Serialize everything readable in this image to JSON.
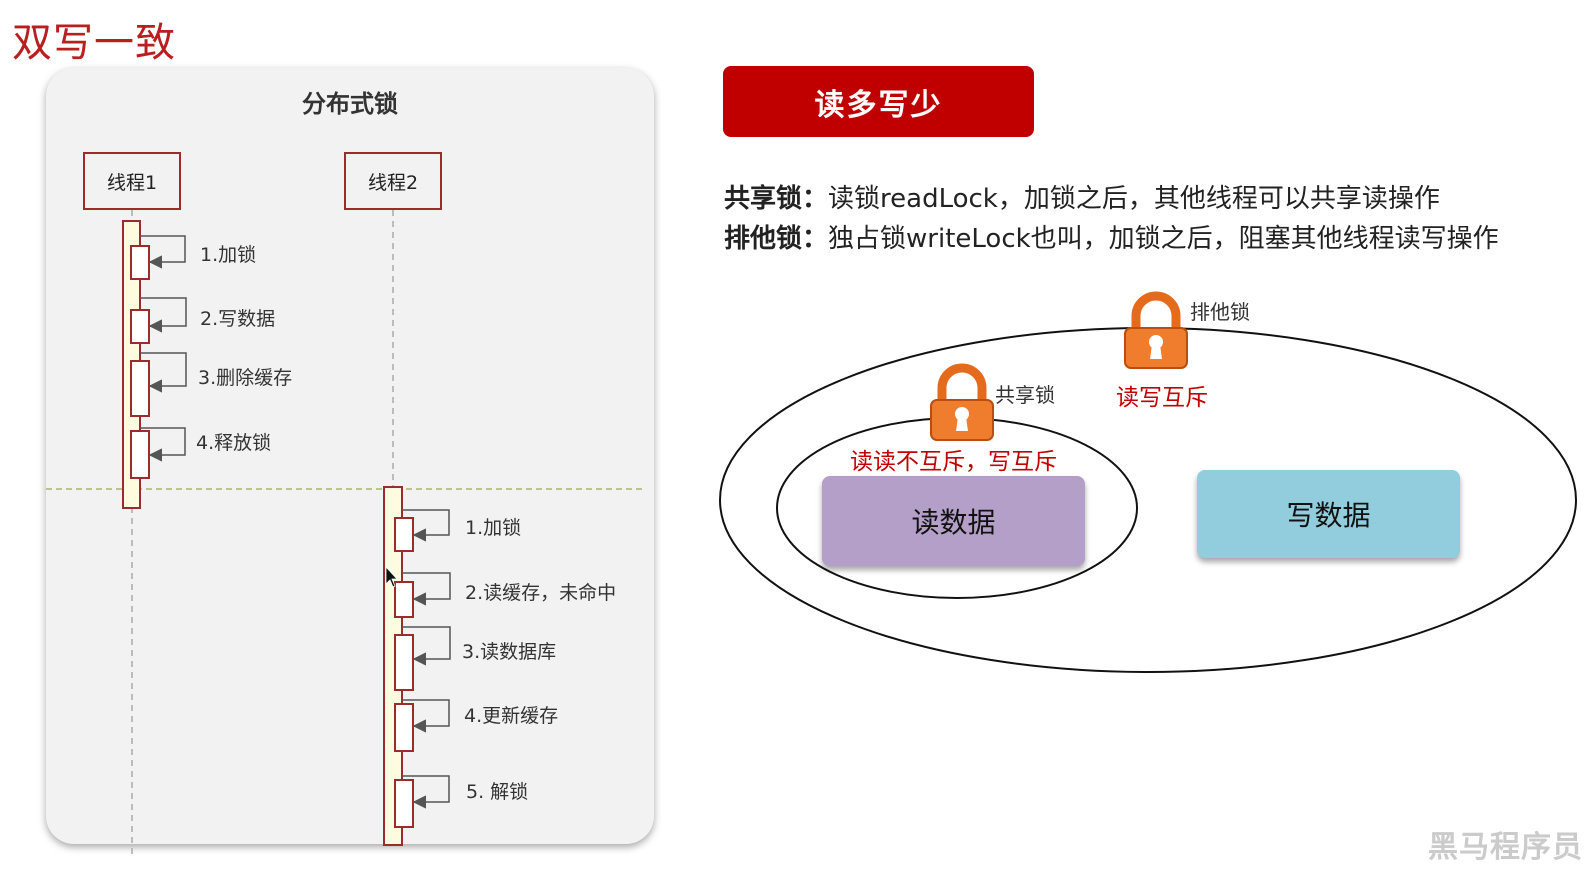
{
  "page_title": "双写一致",
  "diagram": {
    "title": "分布式锁",
    "thread1": "线程1",
    "thread2": "线程2",
    "thread1_steps": [
      "1.加锁",
      "2.写数据",
      "3.删除缓存",
      "4.释放锁"
    ],
    "thread2_steps": [
      "1.加锁",
      "2.读缓存，未命中",
      "3.读数据库",
      "4.更新缓存",
      "5. 解锁"
    ]
  },
  "tag": "读多写少",
  "shared_lock": {
    "term": "共享锁：",
    "text": "读锁readLock，加锁之后，其他线程可以共享读操作"
  },
  "exclusive_lock": {
    "term": "排他锁：",
    "text": "独占锁writeLock也叫，加锁之后，阻塞其他线程读写操作"
  },
  "venn": {
    "exclusive_lock_label": "排他锁",
    "exclusive_rule": "读写互斥",
    "shared_lock_label": "共享锁",
    "shared_rule": "读读不互斥，写互斥",
    "read_data": "读数据",
    "write_data": "写数据"
  },
  "colors": {
    "title_red": "#b82020",
    "tag_red": "#c00000",
    "lock_orange": "#f07d2e",
    "read_box": "#b39fc7",
    "write_box": "#92cddd"
  },
  "icons": [
    "padlock-icon",
    "padlock-icon",
    "mouse-cursor-icon"
  ],
  "watermark": "黑马程序员"
}
